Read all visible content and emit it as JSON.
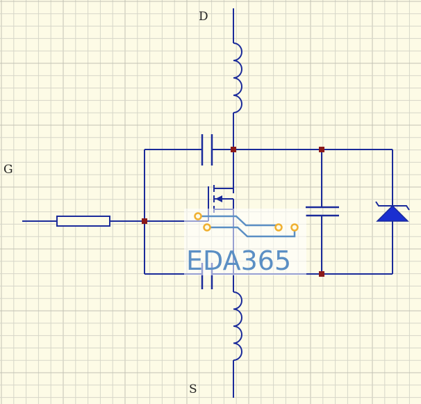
{
  "labels": {
    "drain": "D",
    "gate": "G",
    "source": "S"
  },
  "watermark": {
    "text": "EDA365",
    "text_color": "#5b8fc4",
    "trace_color": "#5b8fc4",
    "pad_color": "#f0b030"
  },
  "colors": {
    "background": "#fdfbe6",
    "grid_minor": "#d6d6c8",
    "grid_major": "#c2c2b4",
    "wire": "#1a2a9a",
    "junction": "#8b1a1a",
    "diode_fill": "#1a2fd0"
  }
}
